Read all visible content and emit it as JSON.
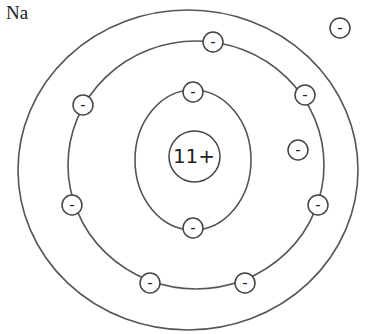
{
  "diagram": {
    "nodes": [
      {
        "text": [
          "11+"
        ]
      },
      {
        "text": [
          "-"
        ]
      },
      {
        "text": [
          "-"
        ]
      },
      {
        "text": [
          "-"
        ]
      },
      {
        "text": [
          "-"
        ]
      },
      {
        "text": [
          "-"
        ]
      },
      {
        "text": [
          "-"
        ]
      },
      {
        "text": [
          "-"
        ]
      },
      {
        "text": [
          "-"
        ]
      },
      {
        "text": [
          "-"
        ]
      },
      {
        "text": [
          "-"
        ]
      },
      {
        "text": [
          "-"
        ]
      }
    ],
    "labels": [
      "Na"
    ]
  }
}
